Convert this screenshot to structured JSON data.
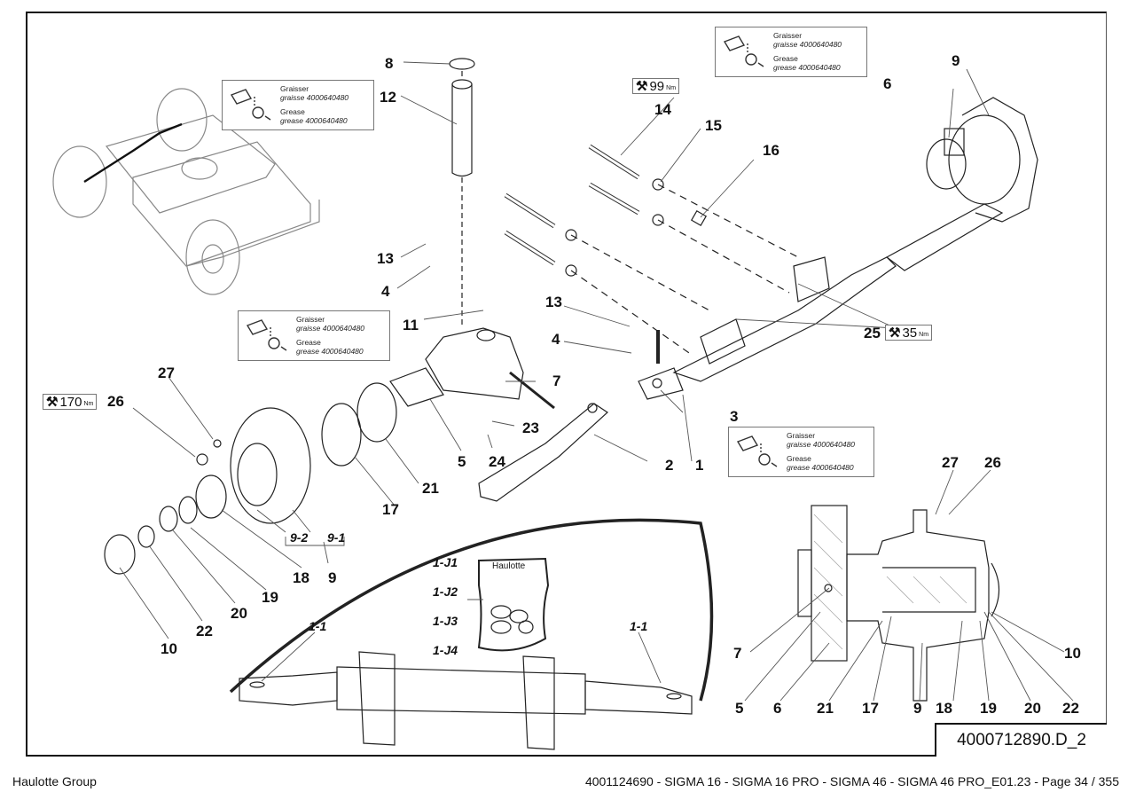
{
  "drawing": {
    "document_number": "4000712890.D_2",
    "callouts": {
      "c1": "1",
      "c2": "2",
      "c3": "3",
      "c4a": "4",
      "c4b": "4",
      "c5": "5",
      "c6": "6",
      "c7": "7",
      "c8": "8",
      "c9": "9",
      "c9b": "9",
      "c10": "10",
      "c11": "11",
      "c12": "12",
      "c13a": "13",
      "c13b": "13",
      "c14": "14",
      "c15": "15",
      "c16": "16",
      "c17": "17",
      "c18": "18",
      "c19": "19",
      "c20": "20",
      "c21": "21",
      "c22": "22",
      "c23": "23",
      "c24": "24",
      "c25": "25",
      "c26": "26",
      "c27": "27"
    },
    "subcallouts": {
      "s92": "9-2",
      "s91": "9-1",
      "j1": "1-J1",
      "j2": "1-J2",
      "j3": "1-J3",
      "j4": "1-J4",
      "s11a": "1-1",
      "s11b": "1-1"
    },
    "kit_bag_label": "Haulotte",
    "torque_specs": [
      {
        "item": "14",
        "value": "99",
        "unit": "Nm"
      },
      {
        "item": "26",
        "value": "170",
        "unit": "Nm"
      },
      {
        "item": "25",
        "value": "35",
        "unit": "Nm"
      }
    ],
    "grease_note": {
      "fr_title": "Graisser",
      "fr_detail": "graisse 4000640480",
      "en_title": "Grease",
      "en_detail": "grease 4000640480"
    },
    "section_view_callouts": {
      "c7": "7",
      "c5": "5",
      "c6": "6",
      "c21": "21",
      "c17": "17",
      "c9": "9",
      "c18": "18",
      "c19": "19",
      "c20": "20",
      "c22": "22",
      "c10": "10",
      "c27": "27",
      "c26": "26"
    }
  },
  "footer": {
    "publisher": "Haulotte Group",
    "document_info": "4001124690 - SIGMA 16 - SIGMA 16 PRO - SIGMA 46 - SIGMA 46 PRO_E01.23 - Page 34 / 355"
  },
  "icons": {
    "torque": "wrench-screwdriver-icon",
    "grease": "grease-nipple-icon"
  }
}
